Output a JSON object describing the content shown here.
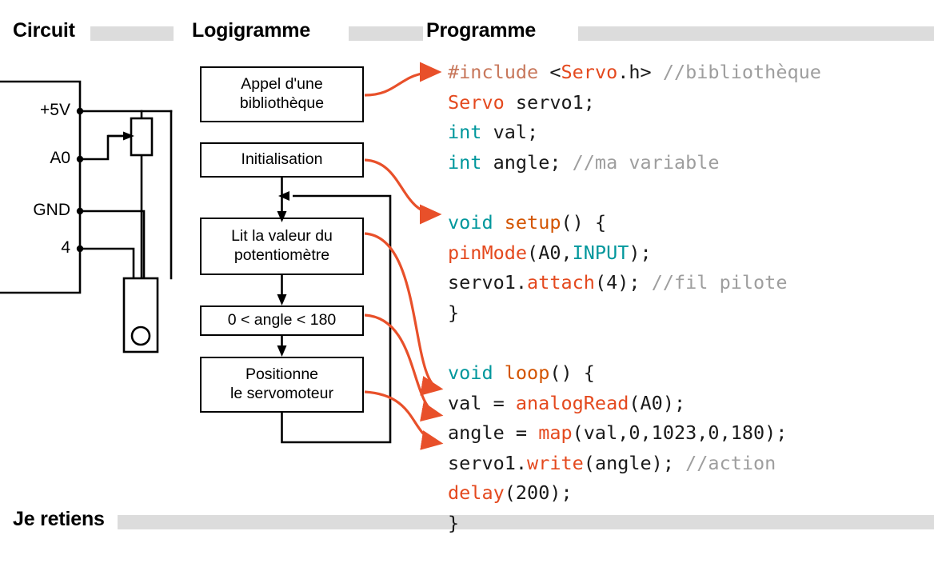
{
  "sections": [
    {
      "id": "circuit",
      "label": "Circuit"
    },
    {
      "id": "logigramme",
      "label": "Logigramme"
    },
    {
      "id": "programme",
      "label": "Programme"
    },
    {
      "id": "je-retiens",
      "label": "Je retiens"
    }
  ],
  "circuit": {
    "pins": [
      {
        "name": "+5V",
        "label": "+5V"
      },
      {
        "name": "A0",
        "label": "A0"
      },
      {
        "name": "GND",
        "label": "GND"
      },
      {
        "name": "4",
        "label": "4"
      }
    ],
    "components": [
      {
        "name": "potentiometer",
        "type": "variable-resistor"
      },
      {
        "name": "servomotor",
        "type": "servo"
      },
      {
        "name": "board",
        "type": "arduino-board-edge"
      }
    ]
  },
  "flowchart": {
    "boxes": [
      {
        "id": "lib",
        "lines": [
          "Appel d'une",
          "bibliothèque"
        ]
      },
      {
        "id": "init",
        "lines": [
          "Initialisation"
        ]
      },
      {
        "id": "read",
        "lines": [
          "Lit la valeur du",
          "potentiomètre"
        ]
      },
      {
        "id": "map",
        "lines": [
          "0 < angle < 180"
        ]
      },
      {
        "id": "servo",
        "lines": [
          "Positionne",
          "le servomoteur"
        ]
      }
    ],
    "loop_label": ""
  },
  "program": {
    "lines": [
      [
        {
          "t": "#include ",
          "c": "c-pre"
        },
        {
          "t": "<",
          "c": "c-txt"
        },
        {
          "t": "Servo",
          "c": "c-type"
        },
        {
          "t": ".h> ",
          "c": "c-txt"
        },
        {
          "t": "//bibliothèque",
          "c": "c-com"
        }
      ],
      [
        {
          "t": "Servo",
          "c": "c-type"
        },
        {
          "t": " servo1;",
          "c": "c-txt"
        }
      ],
      [
        {
          "t": "int",
          "c": "c-key"
        },
        {
          "t": " val;",
          "c": "c-txt"
        }
      ],
      [
        {
          "t": "int",
          "c": "c-key"
        },
        {
          "t": " angle; ",
          "c": "c-txt"
        },
        {
          "t": "//ma variable",
          "c": "c-com"
        }
      ],
      [],
      [
        {
          "t": "void",
          "c": "c-key"
        },
        {
          "t": " ",
          "c": "c-txt"
        },
        {
          "t": "setup",
          "c": "c-fn"
        },
        {
          "t": "() {",
          "c": "c-txt"
        }
      ],
      [
        {
          "t": "pinMode",
          "c": "c-fn2"
        },
        {
          "t": "(A0,",
          "c": "c-txt"
        },
        {
          "t": "INPUT",
          "c": "c-key"
        },
        {
          "t": ");",
          "c": "c-txt"
        }
      ],
      [
        {
          "t": "servo1.",
          "c": "c-txt"
        },
        {
          "t": "attach",
          "c": "c-fn2"
        },
        {
          "t": "(4); ",
          "c": "c-txt"
        },
        {
          "t": "//fil pilote",
          "c": "c-com"
        }
      ],
      [
        {
          "t": "}",
          "c": "c-txt"
        }
      ],
      [],
      [
        {
          "t": "void",
          "c": "c-key"
        },
        {
          "t": " ",
          "c": "c-txt"
        },
        {
          "t": "loop",
          "c": "c-fn"
        },
        {
          "t": "() {",
          "c": "c-txt"
        }
      ],
      [
        {
          "t": "val = ",
          "c": "c-txt"
        },
        {
          "t": "analogRead",
          "c": "c-fn2"
        },
        {
          "t": "(A0);",
          "c": "c-txt"
        }
      ],
      [
        {
          "t": "angle = ",
          "c": "c-txt"
        },
        {
          "t": "map",
          "c": "c-fn2"
        },
        {
          "t": "(val,0,1023,0,180);",
          "c": "c-txt"
        }
      ],
      [
        {
          "t": "servo1.",
          "c": "c-txt"
        },
        {
          "t": "write",
          "c": "c-fn2"
        },
        {
          "t": "(angle); ",
          "c": "c-txt"
        },
        {
          "t": "//action",
          "c": "c-com"
        }
      ],
      [
        {
          "t": "delay",
          "c": "c-fn2"
        },
        {
          "t": "(200);",
          "c": "c-txt"
        }
      ],
      [
        {
          "t": "}",
          "c": "c-txt"
        }
      ]
    ]
  },
  "colors": {
    "accent_arrow": "#e8502a",
    "header_bar": "#dcdcdc",
    "keyword": "#00979c",
    "function": "#e4491e",
    "comment": "#9e9e9e",
    "preprocessor": "#c8785c"
  }
}
